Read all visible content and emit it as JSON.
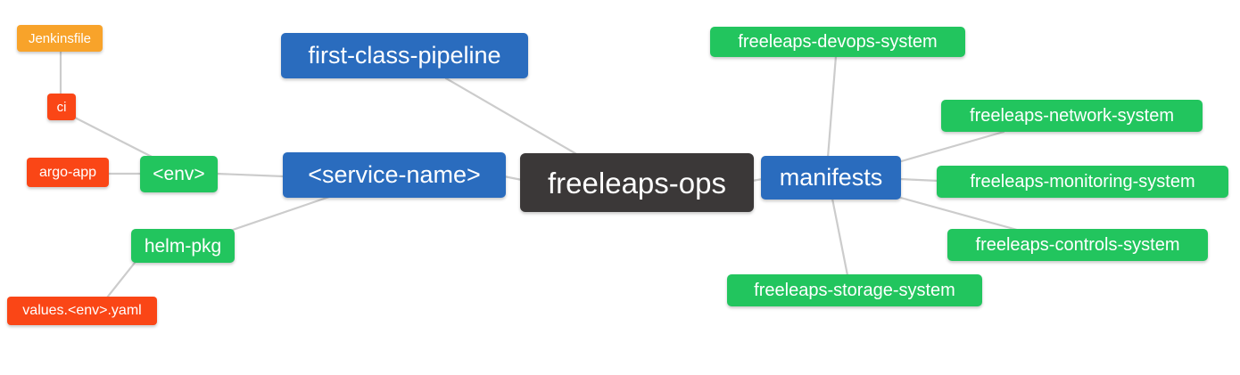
{
  "diagram": {
    "type": "mindmap",
    "root_label": "freeleaps-ops"
  },
  "palette": {
    "orange": "#F8A32A",
    "red": "#FA4616",
    "green": "#22C55E",
    "blue": "#2A6CBE",
    "dark": "#3B3838",
    "line": "#CCCCCC"
  },
  "nodes": [
    {
      "id": "jenkinsfile",
      "label": "Jenkinsfile",
      "color": "orange",
      "level": 3
    },
    {
      "id": "ci",
      "label": "ci",
      "color": "red",
      "level": 3
    },
    {
      "id": "argo-app",
      "label": "argo-app",
      "color": "red",
      "level": 3
    },
    {
      "id": "env",
      "label": "<env>",
      "color": "green",
      "level": 2
    },
    {
      "id": "helm-pkg",
      "label": "helm-pkg",
      "color": "green",
      "level": 2
    },
    {
      "id": "values-env-yaml",
      "label": "values.<env>.yaml",
      "color": "red",
      "level": 3
    },
    {
      "id": "first-class-pipeline",
      "label": "first-class-pipeline",
      "color": "blue",
      "level": 1
    },
    {
      "id": "service-name",
      "label": "<service-name>",
      "color": "blue",
      "level": 1
    },
    {
      "id": "freeleaps-ops",
      "label": "freeleaps-ops",
      "color": "dark",
      "level": 0
    },
    {
      "id": "manifests",
      "label": "manifests",
      "color": "blue",
      "level": 1
    },
    {
      "id": "freeleaps-devops-system",
      "label": "freeleaps-devops-system",
      "color": "green",
      "level": 2
    },
    {
      "id": "freeleaps-network-system",
      "label": "freeleaps-network-system",
      "color": "green",
      "level": 2
    },
    {
      "id": "freeleaps-monitoring-system",
      "label": "freeleaps-monitoring-system",
      "color": "green",
      "level": 2
    },
    {
      "id": "freeleaps-controls-system",
      "label": "freeleaps-controls-system",
      "color": "green",
      "level": 2
    },
    {
      "id": "freeleaps-storage-system",
      "label": "freeleaps-storage-system",
      "color": "green",
      "level": 2
    }
  ],
  "edges": [
    {
      "from": "jenkinsfile",
      "to": "ci"
    },
    {
      "from": "ci",
      "to": "env"
    },
    {
      "from": "argo-app",
      "to": "env"
    },
    {
      "from": "env",
      "to": "service-name"
    },
    {
      "from": "helm-pkg",
      "to": "service-name"
    },
    {
      "from": "values-env-yaml",
      "to": "helm-pkg"
    },
    {
      "from": "first-class-pipeline",
      "to": "freeleaps-ops"
    },
    {
      "from": "service-name",
      "to": "freeleaps-ops"
    },
    {
      "from": "freeleaps-ops",
      "to": "manifests"
    },
    {
      "from": "manifests",
      "to": "freeleaps-devops-system"
    },
    {
      "from": "manifests",
      "to": "freeleaps-network-system"
    },
    {
      "from": "manifests",
      "to": "freeleaps-monitoring-system"
    },
    {
      "from": "manifests",
      "to": "freeleaps-controls-system"
    },
    {
      "from": "manifests",
      "to": "freeleaps-storage-system"
    }
  ]
}
